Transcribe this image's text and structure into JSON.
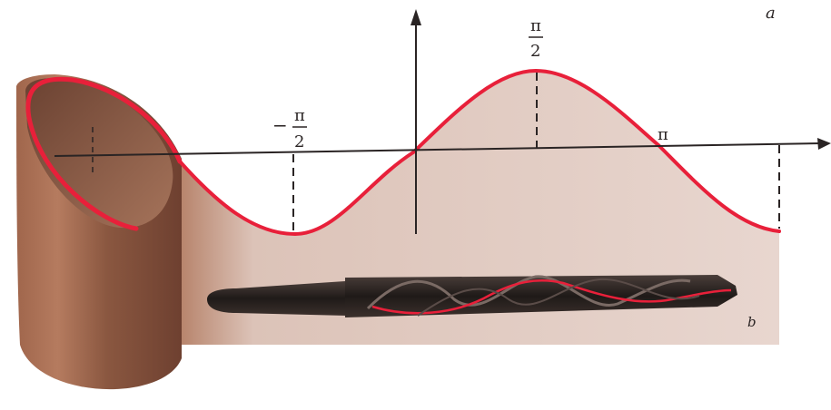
{
  "labels": {
    "panel_a": "a",
    "panel_b": "b",
    "pi": "π",
    "half_pi_num": "π",
    "half_pi_den": "2",
    "neg_sign": "−",
    "neg_half_pi_num": "π",
    "neg_half_pi_den": "2"
  },
  "colors": {
    "background": "#ffffff",
    "sheet": "#e3cfc7",
    "curve": "#e8203a",
    "axis": "#2a2424",
    "cylinder": "#8a5a43",
    "drill": "#2a2320"
  },
  "icons": {
    "cylinder": "rolled-cylinder",
    "drill": "twist-drill"
  }
}
